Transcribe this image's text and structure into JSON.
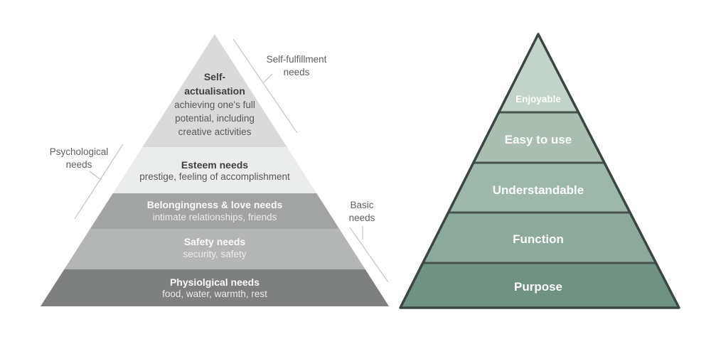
{
  "left_pyramid": {
    "levels": [
      {
        "color": "#d9dad9",
        "title_lines": [
          "Self-",
          "actualisation"
        ],
        "desc_lines": [
          "achieving one's full",
          "potential, including",
          "creative activities"
        ]
      },
      {
        "color": "#ebecec",
        "title_lines": [
          "Esteem needs"
        ],
        "desc_lines": [
          "prestige, feeling of accomplishment"
        ]
      },
      {
        "color": "#a2a4a3",
        "title_lines": [
          "Belongingness & love needs"
        ],
        "desc_lines": [
          "intimate relationships, friends"
        ]
      },
      {
        "color": "#b4b6b5",
        "title_lines": [
          "Safety needs"
        ],
        "desc_lines": [
          "security, safety"
        ]
      },
      {
        "color": "#7e807f",
        "title_lines": [
          "Physiolgical needs"
        ],
        "desc_lines": [
          "food, water, warmth, rest"
        ]
      }
    ],
    "annotations": [
      {
        "lines": [
          "Self-fulfillment",
          "needs"
        ]
      },
      {
        "lines": [
          "Psychological",
          "needs"
        ]
      },
      {
        "lines": [
          "Basic",
          "needs"
        ]
      }
    ]
  },
  "right_pyramid": {
    "outline_color": "#3b4542",
    "divider_color": "#46534d",
    "levels": [
      {
        "label": "Enjoyable",
        "color": "#c4d3c9"
      },
      {
        "label": "Easy to use",
        "color": "#a8bfb2"
      },
      {
        "label": "Understandable",
        "color": "#9cb8aa"
      },
      {
        "label": "Function",
        "color": "#8caa9b"
      },
      {
        "label": "Purpose",
        "color": "#6f9283"
      }
    ]
  }
}
